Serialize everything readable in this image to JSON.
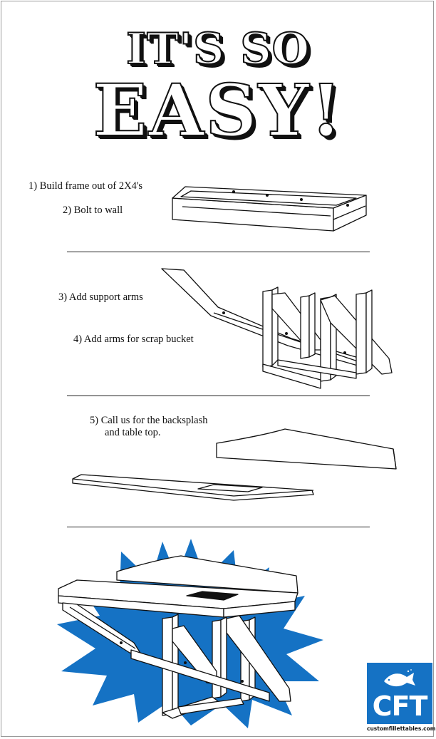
{
  "headline": {
    "line1": "IT'S SO",
    "line2": "EASY!"
  },
  "steps": [
    {
      "text": "1) Build frame out of 2X4's"
    },
    {
      "text": "2) Bolt to wall"
    },
    {
      "text": "3) Add support arms"
    },
    {
      "text": "4) Add arms for scrap bucket"
    },
    {
      "text": "5) Call us for the backsplash"
    },
    {
      "text": "and table top."
    }
  ],
  "logo": {
    "letters": "CFT",
    "url": "customfillettables.com"
  },
  "colors": {
    "brand_blue": "#1572c4",
    "ink": "#111111",
    "paper": "#ffffff"
  },
  "icons": {
    "logo_mark": "fish-icon",
    "burst": "starburst-shape"
  }
}
